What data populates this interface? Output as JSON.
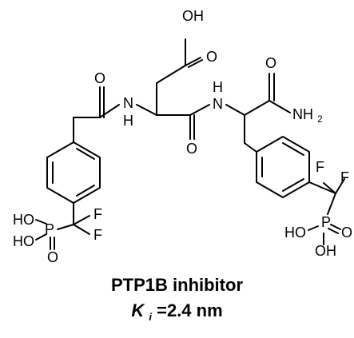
{
  "labels": {
    "oh_top": "OH",
    "o_acid": "O",
    "o_acyl": "O",
    "h_nh1": "H",
    "n1": "N",
    "o_amide_mid": "O",
    "h_nh2": "H",
    "n2": "N",
    "o_amide_right": "O",
    "nh2": "NH",
    "nh2_sub": "2",
    "f_left_1": "F",
    "f_left_2": "F",
    "ho_left_1": "HO",
    "p_left": "P",
    "ho_left_2": "HO",
    "o_left": "O",
    "f_right_1": "F",
    "f_right_2": "F",
    "p_right": "P",
    "ho_right": "HO",
    "o_right": "O",
    "oh_right": "OH"
  },
  "caption": {
    "line1": "PTP1B inhibitor",
    "k": "K",
    "k_sub": "i",
    "value": " =2.4 nm"
  }
}
